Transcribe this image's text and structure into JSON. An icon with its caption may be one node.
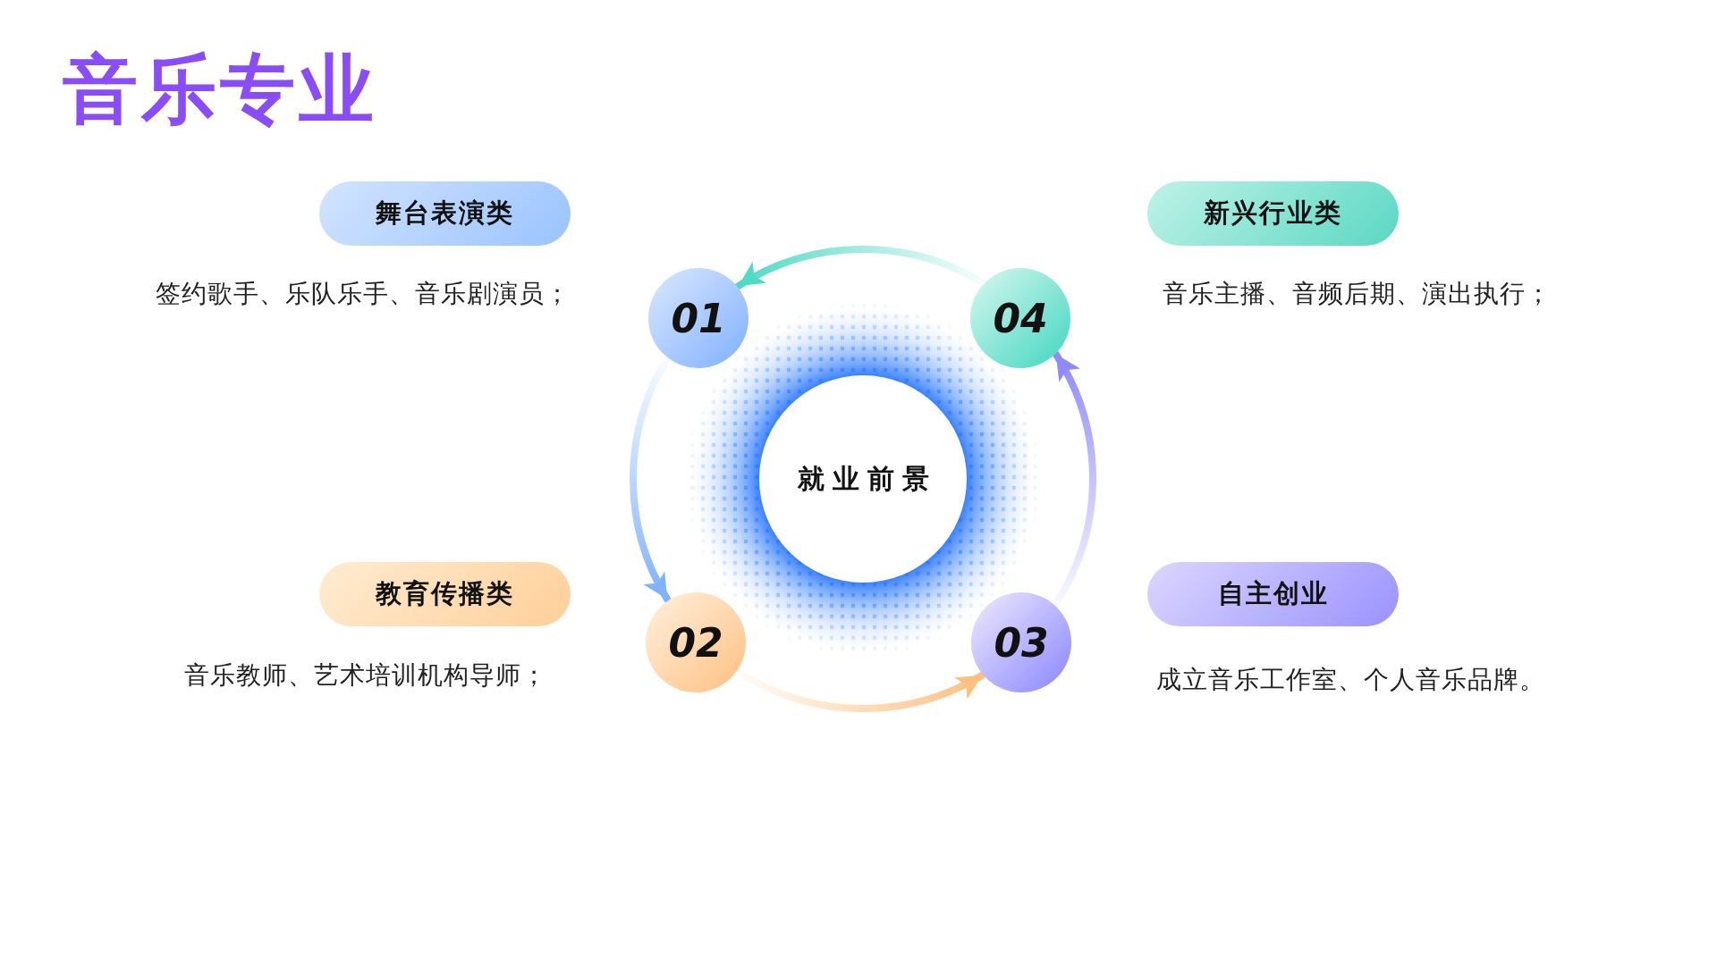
{
  "diagram": {
    "title": "音乐专业",
    "nodes": [
      {
        "text": [
          "就业前景"
        ]
      },
      {
        "text": [
          "01"
        ]
      },
      {
        "text": [
          "02"
        ]
      },
      {
        "text": [
          "03"
        ]
      },
      {
        "text": [
          "04"
        ]
      },
      {
        "text": [
          "舞台表演类"
        ],
        "beside": [
          "签约歌手、乐队乐手、音乐剧演员；"
        ]
      },
      {
        "text": [
          "新兴行业类"
        ],
        "beside": [
          "音乐主播、音频后期、演出执行；"
        ]
      },
      {
        "text": [
          "教育传播类"
        ],
        "beside": [
          "音乐教师、艺术培训机构导师；"
        ]
      },
      {
        "text": [
          "自主创业"
        ],
        "beside": [
          "成立音乐工作室、个人音乐品牌。"
        ]
      }
    ],
    "edges": [
      {
        "from": 1,
        "to": 2,
        "arrow": "to",
        "color": "#7fb2ff"
      },
      {
        "from": 2,
        "to": 3,
        "arrow": "to",
        "color": "#ffbf7f"
      },
      {
        "from": 3,
        "to": 4,
        "arrow": "to",
        "color": "#8f8aff"
      },
      {
        "from": 4,
        "to": 1,
        "arrow": "to",
        "color": "#4fd9c6"
      }
    ]
  }
}
